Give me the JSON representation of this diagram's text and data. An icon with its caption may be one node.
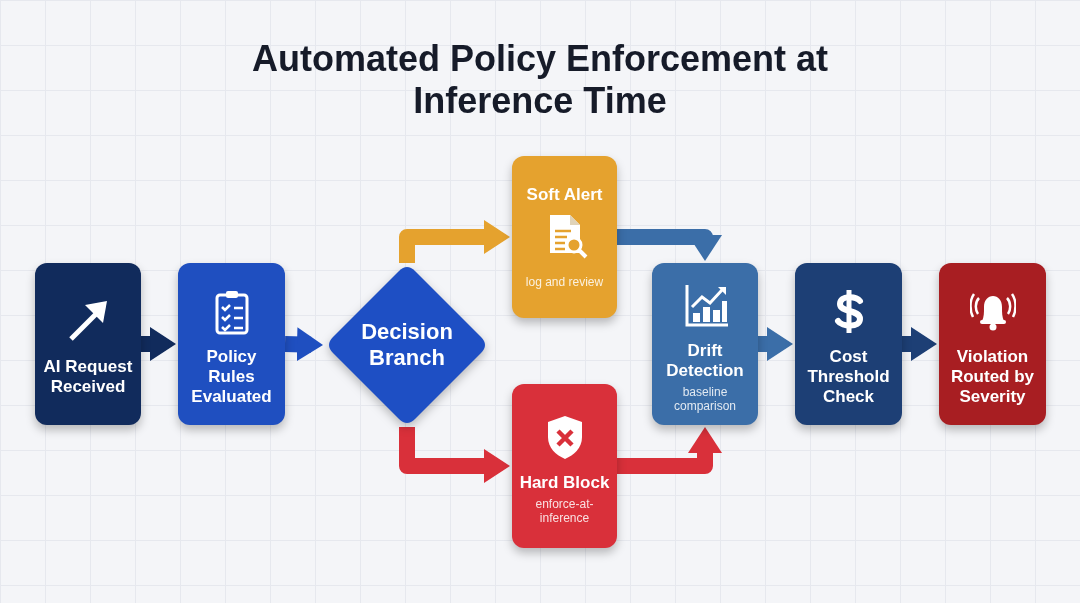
{
  "diagram": {
    "title": "Automated Policy Enforcement at Inference Time",
    "nodes": [
      {
        "text": [
          "AI Request Received"
        ]
      },
      {
        "text": [
          "Policy Rules Evaluated"
        ]
      },
      {
        "text": [
          "Decision Branch"
        ]
      },
      {
        "text": [
          "Soft Alert",
          "log and review"
        ]
      },
      {
        "text": [
          "Hard Block",
          "enforce-at-inference"
        ]
      },
      {
        "text": [
          "Drift Detection",
          "baseline comparison"
        ]
      },
      {
        "text": [
          "Cost Threshold Check"
        ]
      },
      {
        "text": [
          "Violation Routed by Severity"
        ]
      }
    ],
    "edges": [
      {
        "from": 0,
        "to": 1,
        "arrow": "to",
        "color": "#112b5c"
      },
      {
        "from": 1,
        "to": 2,
        "arrow": "to",
        "color": "#1f4fc0"
      },
      {
        "from": 2,
        "to": 3,
        "arrow": "to",
        "color": "#e5a22e"
      },
      {
        "from": 2,
        "to": 4,
        "arrow": "to",
        "color": "#d9303a"
      },
      {
        "from": 3,
        "to": 5,
        "arrow": "to",
        "color": "#3b6ea8"
      },
      {
        "from": 4,
        "to": 5,
        "arrow": "to",
        "color": "#d9303a"
      },
      {
        "from": 5,
        "to": 6,
        "arrow": "to",
        "color": "#3b6ea8"
      },
      {
        "from": 6,
        "to": 7,
        "arrow": "to",
        "color": "#1d3f75"
      }
    ]
  }
}
